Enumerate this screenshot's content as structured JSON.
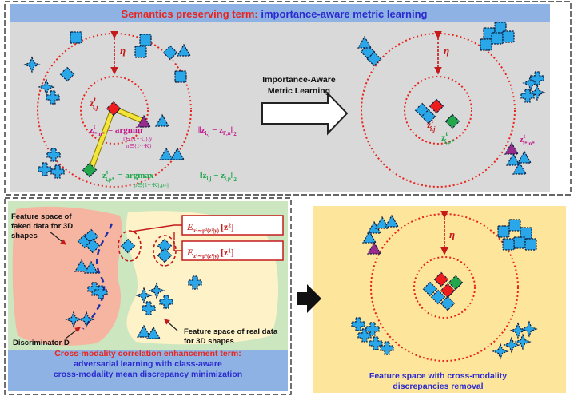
{
  "top_title": {
    "part1": "Semantics preserving term:",
    "part2": "importance-aware  metric learning"
  },
  "arrow_label": "Importance-Aware Metric Learning",
  "eta": "η",
  "left_labels": {
    "anchor": "z",
    "anchor_sub": "i,j",
    "anchor_sup": "t",
    "neg": "z",
    "neg_sub": "l*,n*",
    "neg_sup": "t",
    "argmin_eq": "=  argmin",
    "argmin_cond1": "l'∈{1···C},y",
    "argmin_cond2": "n∈{1···K}",
    "argmin_norm": "‖z",
    "argmin_norm_sub1": "i,j",
    "argmin_norm_mid": " − z",
    "argmin_norm_sub2": "l',n",
    "argmin_norm_end": "‖",
    "norm_sub": "2",
    "pos": "z",
    "pos_sub": "i,p*",
    "pos_sup": "t",
    "argmax_eq": "=  argmax",
    "argmax_cond": "p∈{1···K},p≠j",
    "argmax_norm": "‖z",
    "argmax_norm_sub1": "i,j",
    "argmax_norm_mid": " − z",
    "argmax_norm_sub2": "i,p",
    "argmax_norm_end": "‖"
  },
  "right_labels": {
    "anchor": "z",
    "anchor_sub": "i,j",
    "anchor_sup": "t",
    "pos": "z",
    "pos_sub": "i,p*",
    "pos_sup": "t",
    "neg": "z",
    "neg_sub": "l*,n*",
    "neg_sup": "t"
  },
  "oplus": "⊕",
  "bottom_left": {
    "faked_note": "Feature space of faked data for 3D shapes",
    "real_note": "Feature space of real data for 3D shapes",
    "discriminator": "Discriminator D",
    "exp1_e": "E",
    "exp1_sub": "z²∼p²(z²|y)",
    "exp1_body": "[z²]",
    "exp2_e": "E",
    "exp2_sub": "z¹∼p¹(z¹|y)",
    "exp2_body": "[z¹]",
    "title_line1": "Cross-modality correlation enhancement term:",
    "title_line2": "adversarial learning with  class-aware",
    "title_line3": "cross-modality mean discrepancy minimization"
  },
  "bottom_right": {
    "title_line1": "Feature space with cross-modality",
    "title_line2": "discrepancies removal"
  },
  "colors": {
    "panel_gray": "#d9d9d9",
    "panel_green": "#cce6bf",
    "panel_yellow": "#fde59b",
    "faked_region": "#f5b5a0",
    "real_region": "#fdf2c8",
    "shape_blue": "#2aa7e8",
    "shape_red": "#ee1c1c",
    "shape_green": "#22a84a",
    "shape_purple": "#9a2b8e",
    "dotted_red": "#e8241c",
    "title_red": "#e8241c",
    "title_blue": "#2b2bd0",
    "pos_text": "#1ea64a",
    "neg_text": "#c0188a",
    "yellow_bar": "#f3e53a",
    "bar_blue": "#8fb2e4"
  }
}
